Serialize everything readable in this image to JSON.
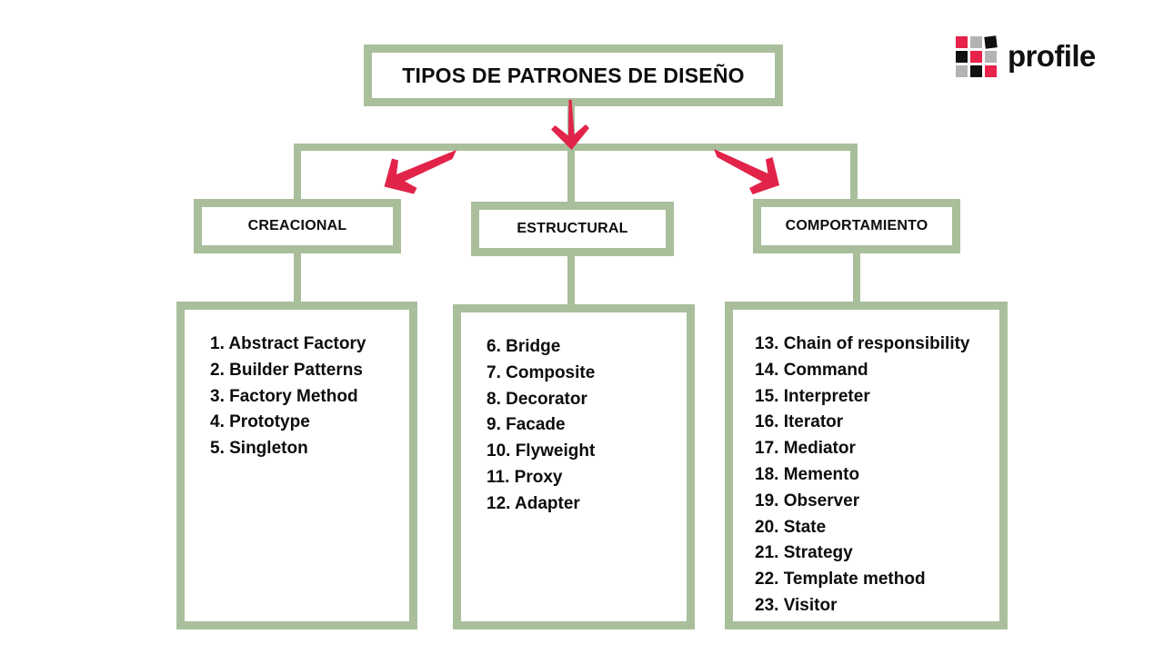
{
  "title": {
    "text": "TIPOS DE PATRONES DE DISEÑO"
  },
  "logo": {
    "wordmark": "profile",
    "grid_colors": [
      [
        "#e8224b",
        "#b3b3b3",
        "#111111"
      ],
      [
        "#111111",
        "#e8224b",
        "#b3b3b3"
      ],
      [
        "#b3b3b3",
        "#111111",
        "#e8224b"
      ]
    ]
  },
  "colors": {
    "frame_green": "#a9bf9c",
    "arrow_red": "#e2234a",
    "text_black": "#0d0d0d",
    "background": "#ffffff"
  },
  "arrows": [
    {
      "name": "arrow-down",
      "direction": "down"
    },
    {
      "name": "arrow-left",
      "direction": "down-left"
    },
    {
      "name": "arrow-right",
      "direction": "down-right"
    }
  ],
  "categories": [
    {
      "label": "CREACIONAL",
      "items": [
        "1. Abstract Factory",
        "2. Builder Patterns",
        "3. Factory Method",
        "4. Prototype",
        "5. Singleton"
      ]
    },
    {
      "label": "ESTRUCTURAL",
      "items": [
        "6. Bridge",
        "7. Composite",
        "8. Decorator",
        "9. Facade",
        "10. Flyweight",
        "11. Proxy",
        "12. Adapter"
      ]
    },
    {
      "label": "COMPORTAMIENTO",
      "items": [
        "13. Chain of responsibility",
        "14. Command",
        "15. Interpreter",
        "16. Iterator",
        "17. Mediator",
        "18. Memento",
        "19. Observer",
        "20. State",
        "21. Strategy",
        "22. Template method",
        "23. Visitor"
      ]
    }
  ]
}
